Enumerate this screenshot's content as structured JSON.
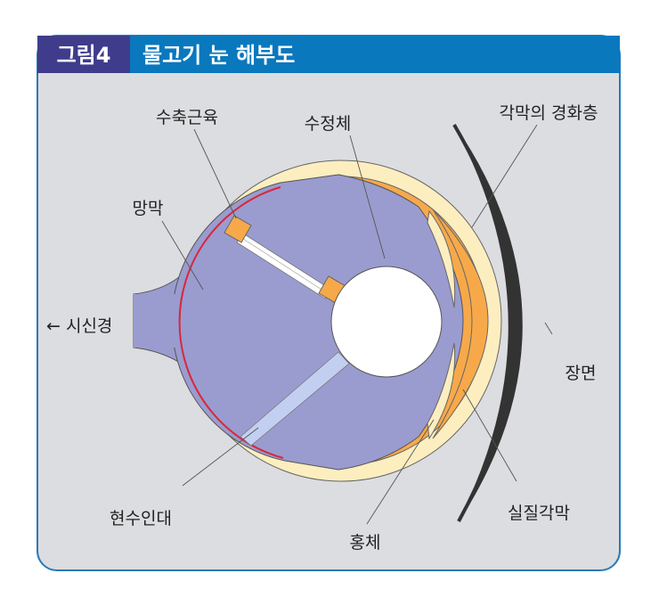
{
  "header": {
    "figure_label": "그림4",
    "title": "물고기 눈 해부도"
  },
  "labels": {
    "muscle": "수축근육",
    "lens": "수정체",
    "sclera_cornea": "각막의 경화층",
    "retina": "망막",
    "optic_nerve": "← 시신경",
    "scene": "장면",
    "ligament": "현수인대",
    "stroma": "실질각막",
    "iris": "홍체"
  },
  "colors": {
    "header_purple": "#3f3c8c",
    "header_blue": "#0a78bd",
    "vitreous": "#9a9ccf",
    "sclera": "#fdeec0",
    "orange": "#f7a94a",
    "retina": "#d8283a",
    "background": "#dcdde0"
  }
}
